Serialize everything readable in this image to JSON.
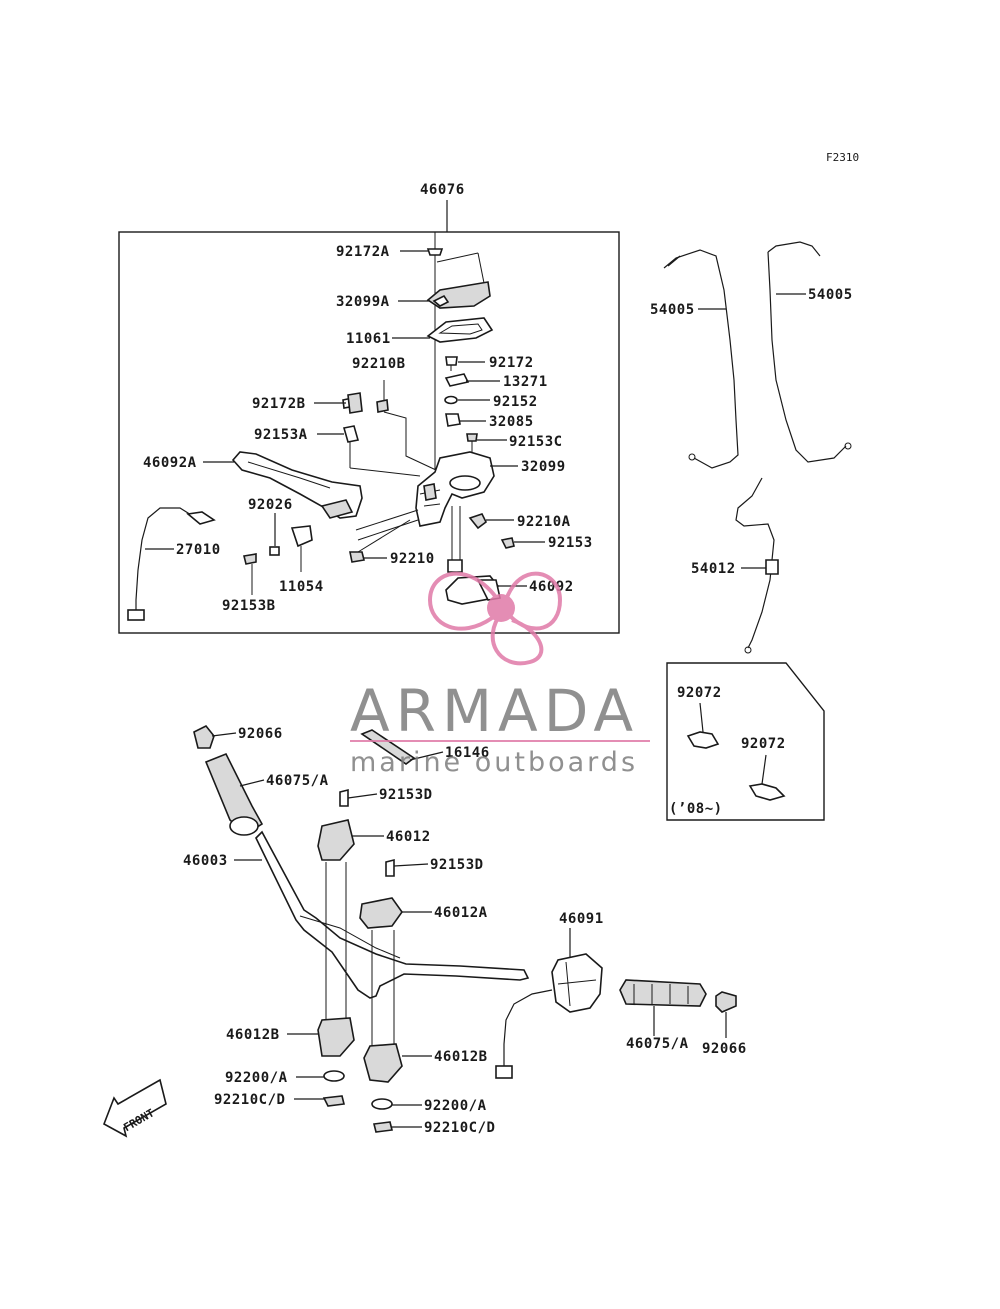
{
  "figure_code": "F2310",
  "assembly_label": "46076",
  "parts": {
    "p92172A": "92172A",
    "p32099A": "32099A",
    "p11061": "11061",
    "p92210B": "92210B",
    "p92172": "92172",
    "p13271": "13271",
    "p92152": "92152",
    "p92172B": "92172B",
    "p32085": "32085",
    "p92153A": "92153A",
    "p92153C": "92153C",
    "p46092A": "46092A",
    "p32099": "32099",
    "p92026": "92026",
    "p92210A": "92210A",
    "p27010": "27010",
    "p92153": "92153",
    "p92210": "92210",
    "p11054": "11054",
    "p92153B": "92153B",
    "p46092": "46092",
    "p54005_left": "54005",
    "p54005_right": "54005",
    "p54012": "54012",
    "p92072_a": "92072",
    "p92072_b": "92072",
    "p92066_left": "92066",
    "p16146": "16146",
    "p46075A_left": "46075/A",
    "p92153D_a": "92153D",
    "p46012": "46012",
    "p46003": "46003",
    "p92153D_b": "92153D",
    "p46012A": "46012A",
    "p46091": "46091",
    "p46012B_left": "46012B",
    "p46012B_right": "46012B",
    "p46075A_right": "46075/A",
    "p92066_right": "92066",
    "p92200A_left": "92200/A",
    "p92210CD_left": "92210C/D",
    "p92200A_right": "92200/A",
    "p92210CD_right": "92210C/D"
  },
  "inset_note": "(’08~)",
  "front_label": "FRONT",
  "watermark": {
    "brand": "ARMADA",
    "tagline": "marine outboards",
    "colors": {
      "grey": "#7d7d7d",
      "pink": "#e07aa8"
    }
  }
}
